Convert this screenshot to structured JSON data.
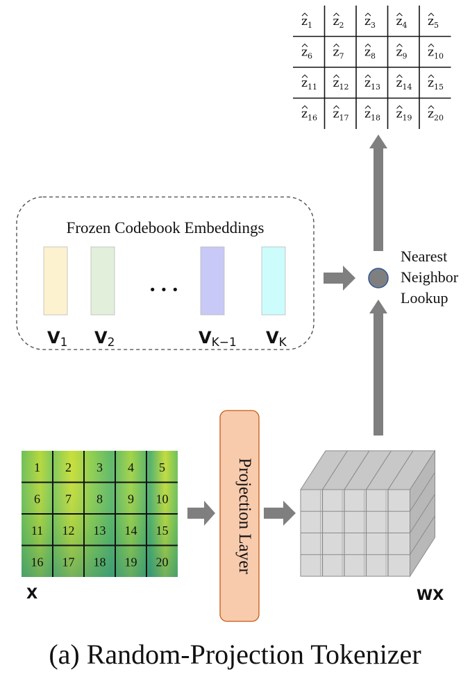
{
  "caption": "(a) Random-Projection Tokenizer",
  "token_grid": {
    "rows": [
      [
        "ẑ1",
        "ẑ2",
        "ẑ3",
        "ẑ4",
        "ẑ5"
      ],
      [
        "ẑ6",
        "ẑ7",
        "ẑ8",
        "ẑ9",
        "ẑ10"
      ],
      [
        "ẑ11",
        "ẑ12",
        "ẑ13",
        "ẑ14",
        "ẑ15"
      ],
      [
        "ẑ16",
        "ẑ17",
        "ẑ18",
        "ẑ19",
        "ẑ20"
      ]
    ],
    "letter": "z",
    "subscripts": [
      [
        "1",
        "2",
        "3",
        "4",
        "5"
      ],
      [
        "6",
        "7",
        "8",
        "9",
        "10"
      ],
      [
        "11",
        "12",
        "13",
        "14",
        "15"
      ],
      [
        "16",
        "17",
        "18",
        "19",
        "20"
      ]
    ]
  },
  "codebook": {
    "title": "Frozen Codebook Embeddings",
    "ellipsis": "• • •",
    "vectors": [
      {
        "letter": "V",
        "sub": "1",
        "color": "#fdf2cf"
      },
      {
        "letter": "V",
        "sub": "2",
        "color": "#e2efda"
      },
      {
        "letter": "V",
        "sub": "K−1",
        "color": "#c9c9f7"
      },
      {
        "letter": "V",
        "sub": "K",
        "color": "#cdfcfc"
      }
    ]
  },
  "lookup_label": [
    "Nearest",
    "Neighbor",
    "Lookup"
  ],
  "projection_label": "Projection Layer",
  "input_label": "X",
  "output_label": "WX",
  "spectrogram_cells": [
    [
      "1",
      "2",
      "3",
      "4",
      "5"
    ],
    [
      "6",
      "7",
      "8",
      "9",
      "10"
    ],
    [
      "11",
      "12",
      "13",
      "14",
      "15"
    ],
    [
      "16",
      "17",
      "18",
      "19",
      "20"
    ]
  ],
  "colors": {
    "arrow": "#7f7f7f",
    "projection_fill": "#f8cbad",
    "projection_stroke": "#c55a11",
    "lookup_node": "#7f7f7f",
    "lookup_node_stroke": "#2f5597",
    "cube_face": "#d9d9d9",
    "spectrogram_base": "#7cc55a"
  }
}
